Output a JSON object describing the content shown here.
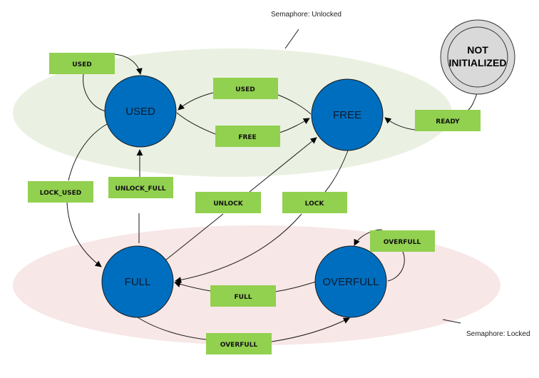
{
  "title": "Semaphore state diagram",
  "colors": {
    "state_fill": "#006ebe",
    "label_fill": "#92d050",
    "unlocked_region": "#ebf1e2",
    "locked_region": "#f7e7e6",
    "init_fill": "#d9d9d9"
  },
  "regions": [
    {
      "id": "unlocked",
      "label": "Semaphore: Unlocked"
    },
    {
      "id": "locked",
      "label": "Semaphore: Locked"
    }
  ],
  "initial_state": {
    "id": "not_initialized",
    "lines": [
      "NOT",
      "INITIALIZED"
    ]
  },
  "states": [
    {
      "id": "used",
      "label": "USED",
      "region": "unlocked"
    },
    {
      "id": "free",
      "label": "FREE",
      "region": "unlocked"
    },
    {
      "id": "full",
      "label": "FULL",
      "region": "locked"
    },
    {
      "id": "overfull",
      "label": "OVERFULL",
      "region": "locked"
    }
  ],
  "transitions": [
    {
      "id": "t_used_self",
      "label": "USED",
      "from": "used",
      "to": "used"
    },
    {
      "id": "t_free_to_used",
      "label": "USED",
      "from": "free",
      "to": "used"
    },
    {
      "id": "t_used_to_free",
      "label": "FREE",
      "from": "used",
      "to": "free"
    },
    {
      "id": "t_ready",
      "label": "READY",
      "from": "not_initialized",
      "to": "free"
    },
    {
      "id": "t_lock_used",
      "label": "LOCK_USED",
      "from": "used",
      "to": "full"
    },
    {
      "id": "t_unlock_full",
      "label": "UNLOCK_FULL",
      "from": "full",
      "to": "used"
    },
    {
      "id": "t_unlock",
      "label": "UNLOCK",
      "from": "full",
      "to": "free"
    },
    {
      "id": "t_lock",
      "label": "LOCK",
      "from": "free",
      "to": "full"
    },
    {
      "id": "t_overfull_self",
      "label": "OVERFULL",
      "from": "overfull",
      "to": "overfull"
    },
    {
      "id": "t_overfull_to_full",
      "label": "FULL",
      "from": "overfull",
      "to": "full"
    },
    {
      "id": "t_full_to_overfull",
      "label": "OVERFULL",
      "from": "full",
      "to": "overfull"
    }
  ]
}
